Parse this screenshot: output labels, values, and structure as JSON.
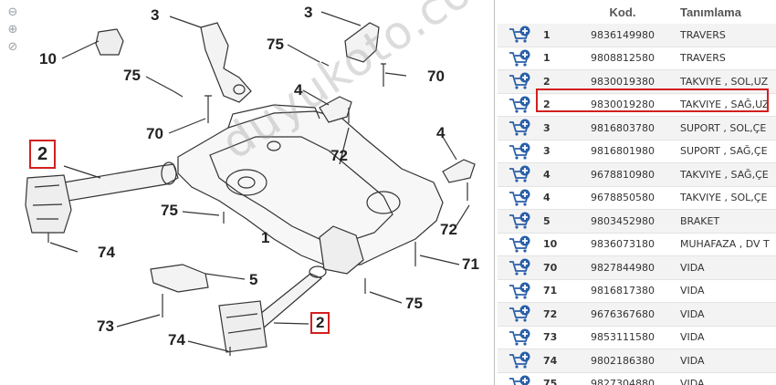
{
  "diagram": {
    "zoom_tools": [
      "zoom-out-icon",
      "zoom-in-icon",
      "zoom-reset-icon"
    ],
    "callouts": [
      {
        "id": "c3a",
        "label": "3"
      },
      {
        "id": "c3b",
        "label": "3"
      },
      {
        "id": "c10",
        "label": "10"
      },
      {
        "id": "c75a",
        "label": "75"
      },
      {
        "id": "c75b",
        "label": "75"
      },
      {
        "id": "c70a",
        "label": "70"
      },
      {
        "id": "c70b",
        "label": "70"
      },
      {
        "id": "c4a",
        "label": "4"
      },
      {
        "id": "c4b",
        "label": "4"
      },
      {
        "id": "c72a",
        "label": "72"
      },
      {
        "id": "c72b",
        "label": "72"
      },
      {
        "id": "c2a",
        "label": "2"
      },
      {
        "id": "c2b",
        "label": "2"
      },
      {
        "id": "c75c",
        "label": "75"
      },
      {
        "id": "c1",
        "label": "1"
      },
      {
        "id": "c74a",
        "label": "74"
      },
      {
        "id": "c74b",
        "label": "74"
      },
      {
        "id": "c5",
        "label": "5"
      },
      {
        "id": "c71",
        "label": "71"
      },
      {
        "id": "c75d",
        "label": "75"
      },
      {
        "id": "c73",
        "label": "73"
      }
    ],
    "watermark": "duyukoto.com",
    "highlight_color": "#d21f1f"
  },
  "parts_table": {
    "headers": {
      "ref": "",
      "code": "Kod.",
      "desc": "Tanımlama"
    },
    "rows": [
      {
        "ref": "1",
        "code": "9836149980",
        "desc": "TRAVERS"
      },
      {
        "ref": "1",
        "code": "9808812580",
        "desc": "TRAVERS"
      },
      {
        "ref": "2",
        "code": "9830019380",
        "desc": "TAKVIYE , SOL,UZ"
      },
      {
        "ref": "2",
        "code": "9830019280",
        "desc": "TAKVIYE , SAĞ,UZ"
      },
      {
        "ref": "3",
        "code": "9816803780",
        "desc": "SUPORT , SOL,ÇE"
      },
      {
        "ref": "3",
        "code": "9816801980",
        "desc": "SUPORT , SAĞ,ÇE"
      },
      {
        "ref": "4",
        "code": "9678810980",
        "desc": "TAKVIYE , SAĞ,ÇE"
      },
      {
        "ref": "4",
        "code": "9678850580",
        "desc": "TAKVIYE , SOL,ÇE"
      },
      {
        "ref": "5",
        "code": "9803452980",
        "desc": "BRAKET"
      },
      {
        "ref": "10",
        "code": "9836073180",
        "desc": "MUHAFAZA , DV T"
      },
      {
        "ref": "70",
        "code": "9827844980",
        "desc": "VIDA"
      },
      {
        "ref": "71",
        "code": "9816817380",
        "desc": "VIDA"
      },
      {
        "ref": "72",
        "code": "9676367680",
        "desc": "VIDA"
      },
      {
        "ref": "73",
        "code": "9853111580",
        "desc": "VIDA"
      },
      {
        "ref": "74",
        "code": "9802186380",
        "desc": "VIDA"
      },
      {
        "ref": "75",
        "code": "9827304880",
        "desc": "VIDA"
      }
    ],
    "row_icon": "add-to-cart-icon",
    "selected_index": 3,
    "colors": {
      "cart": "#2a5fa8",
      "plus": "#2a5fa8",
      "stripe": "#f3f3f3",
      "highlight": "#d21f1f"
    }
  }
}
